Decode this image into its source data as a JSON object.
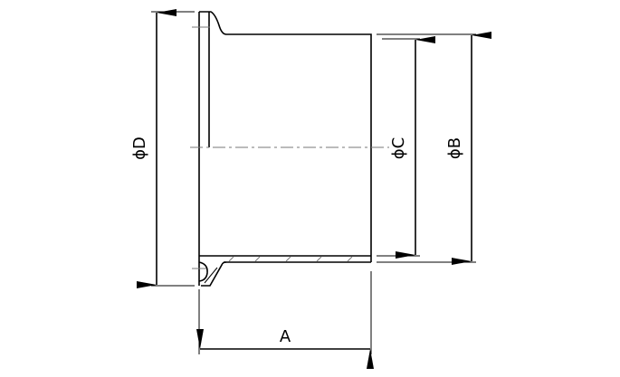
{
  "dimensions": {
    "D": "ϕD",
    "C": "ϕC",
    "B": "ϕB",
    "A": "A"
  }
}
